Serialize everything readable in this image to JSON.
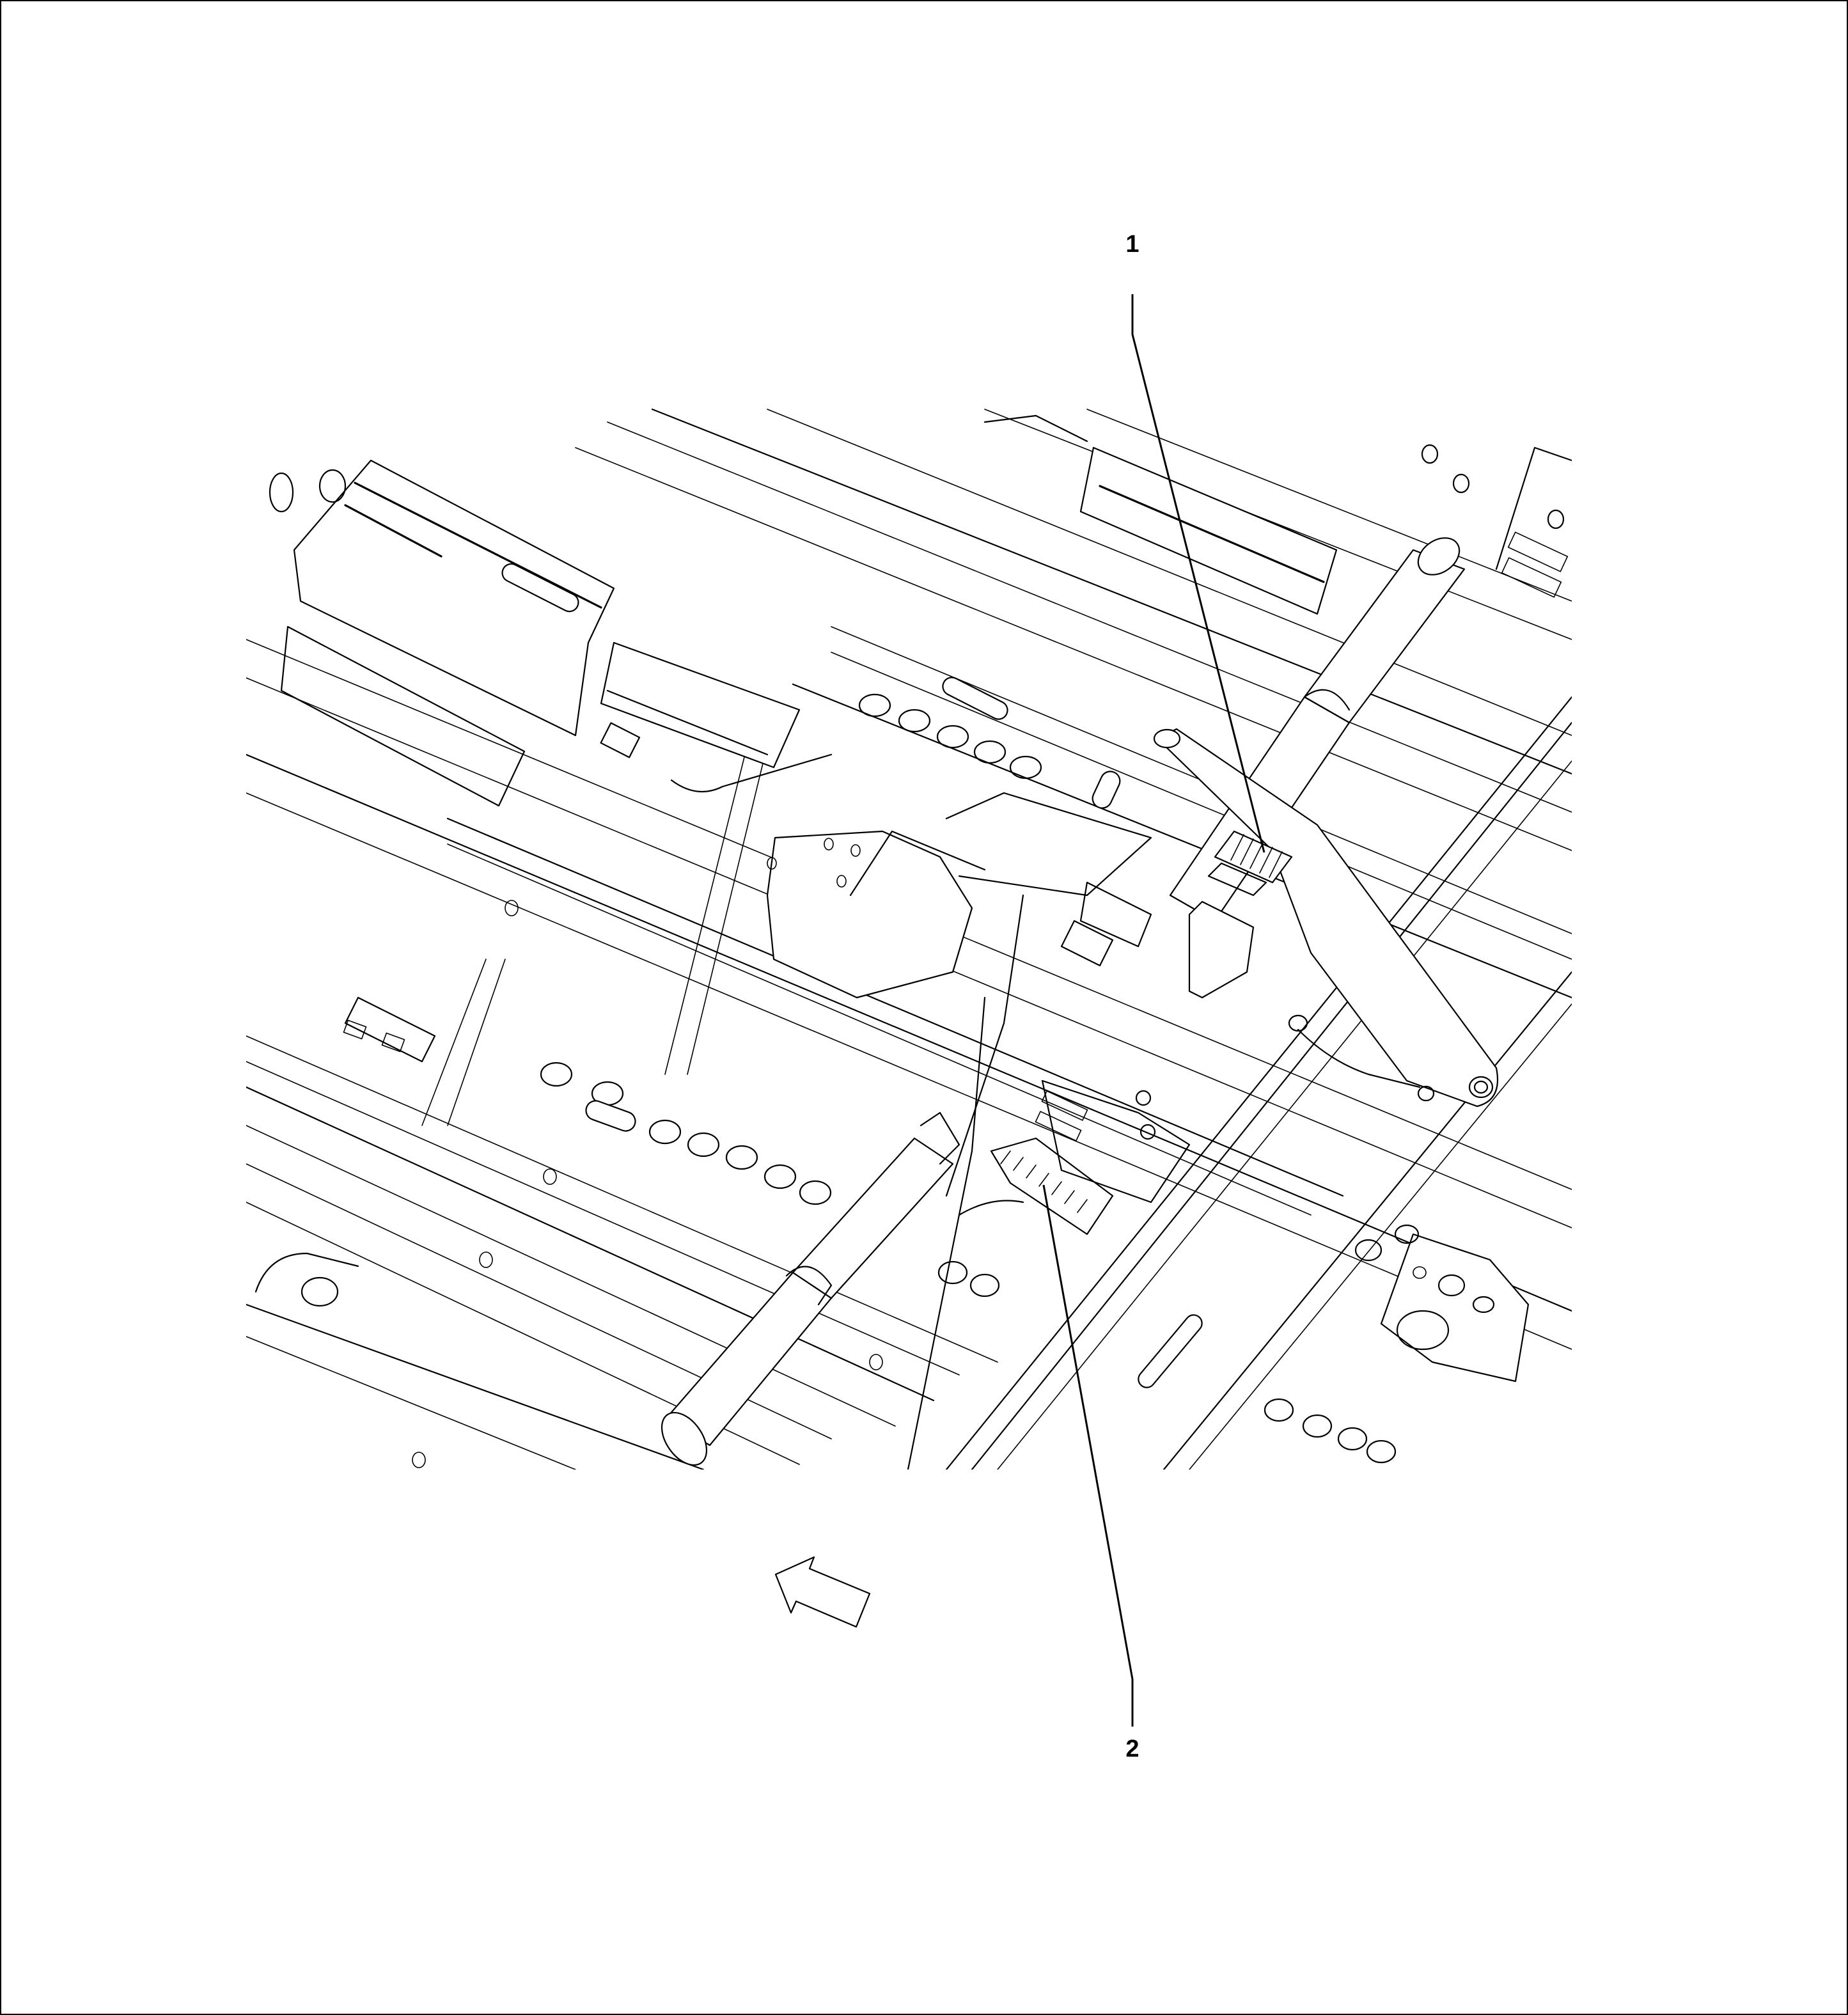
{
  "figure": {
    "type": "technical-line-illustration",
    "subject": "vehicle underbody / floor pan with rod, lever arm and connectors",
    "callouts": [
      {
        "id": "1",
        "label": "1"
      },
      {
        "id": "2",
        "label": "2"
      }
    ],
    "direction_arrow": {
      "icon": "arrow-forward-outline-icon",
      "meaning": "vehicle front direction"
    },
    "colors": {
      "line": "#000000",
      "background": "#ffffff"
    }
  }
}
